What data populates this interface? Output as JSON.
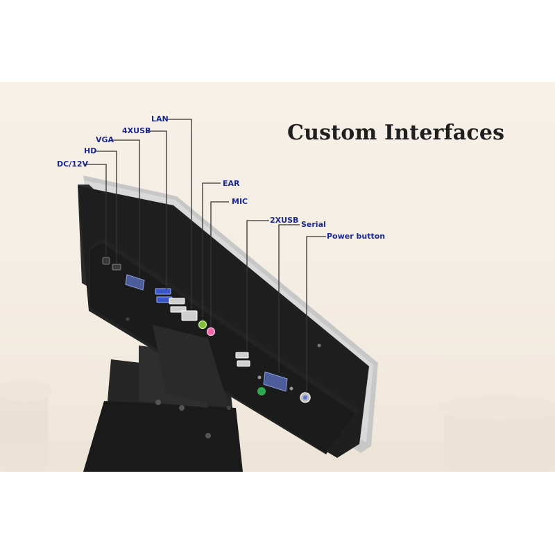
{
  "heading": "Custom Interfaces",
  "ports": [
    {
      "id": "dc",
      "label": "DC/12V"
    },
    {
      "id": "hd",
      "label": "HD"
    },
    {
      "id": "vga",
      "label": "VGA"
    },
    {
      "id": "usb4",
      "label": "4XUSB"
    },
    {
      "id": "lan",
      "label": "LAN"
    },
    {
      "id": "ear",
      "label": "EAR"
    },
    {
      "id": "mic",
      "label": "MIC"
    },
    {
      "id": "usb2",
      "label": "2XUSB"
    },
    {
      "id": "serial",
      "label": "Serial"
    },
    {
      "id": "power",
      "label": "Power button"
    }
  ],
  "colors": {
    "label_text": "#1c2a8f",
    "leader_line": "#333333",
    "device_body": "#1e1e1e",
    "device_bezel": "#c9c9c9",
    "background": "#f4ede3"
  }
}
